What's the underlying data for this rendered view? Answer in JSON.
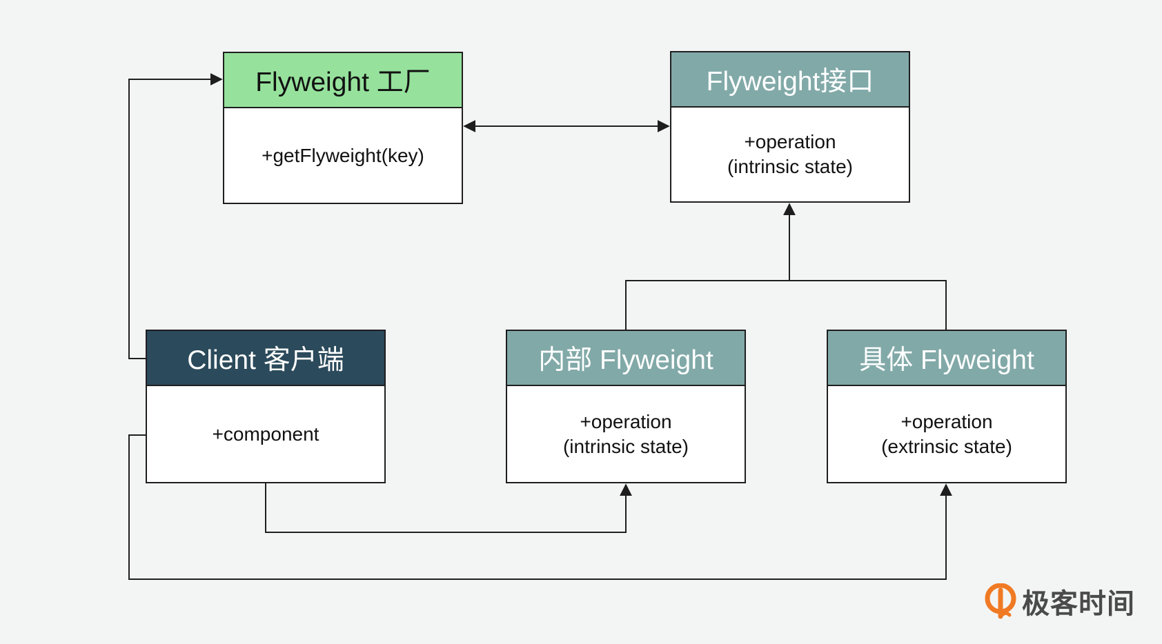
{
  "diagram": {
    "factory": {
      "title": "Flyweight 工厂",
      "methods": [
        "+getFlyweight(key)"
      ]
    },
    "interface": {
      "title": "Flyweight接口",
      "methods": [
        "+operation",
        "(intrinsic state)"
      ]
    },
    "client": {
      "title": "Client 客户端",
      "methods": [
        "+component"
      ]
    },
    "internal": {
      "title": "内部 Flyweight",
      "methods": [
        "+operation",
        "(intrinsic state)"
      ]
    },
    "concrete": {
      "title": "具体 Flyweight",
      "methods": [
        "+operation",
        "(extrinsic state)"
      ]
    }
  },
  "colors": {
    "factory_header": "#96e19c",
    "interface_header": "#81a9a8",
    "client_header": "#2b4a5b",
    "line": "#1e1e1e",
    "background": "#f3f5f4",
    "logo": "#f07a24"
  },
  "watermark": {
    "text": "极客时间",
    "icon": "geektime-logo-icon"
  }
}
